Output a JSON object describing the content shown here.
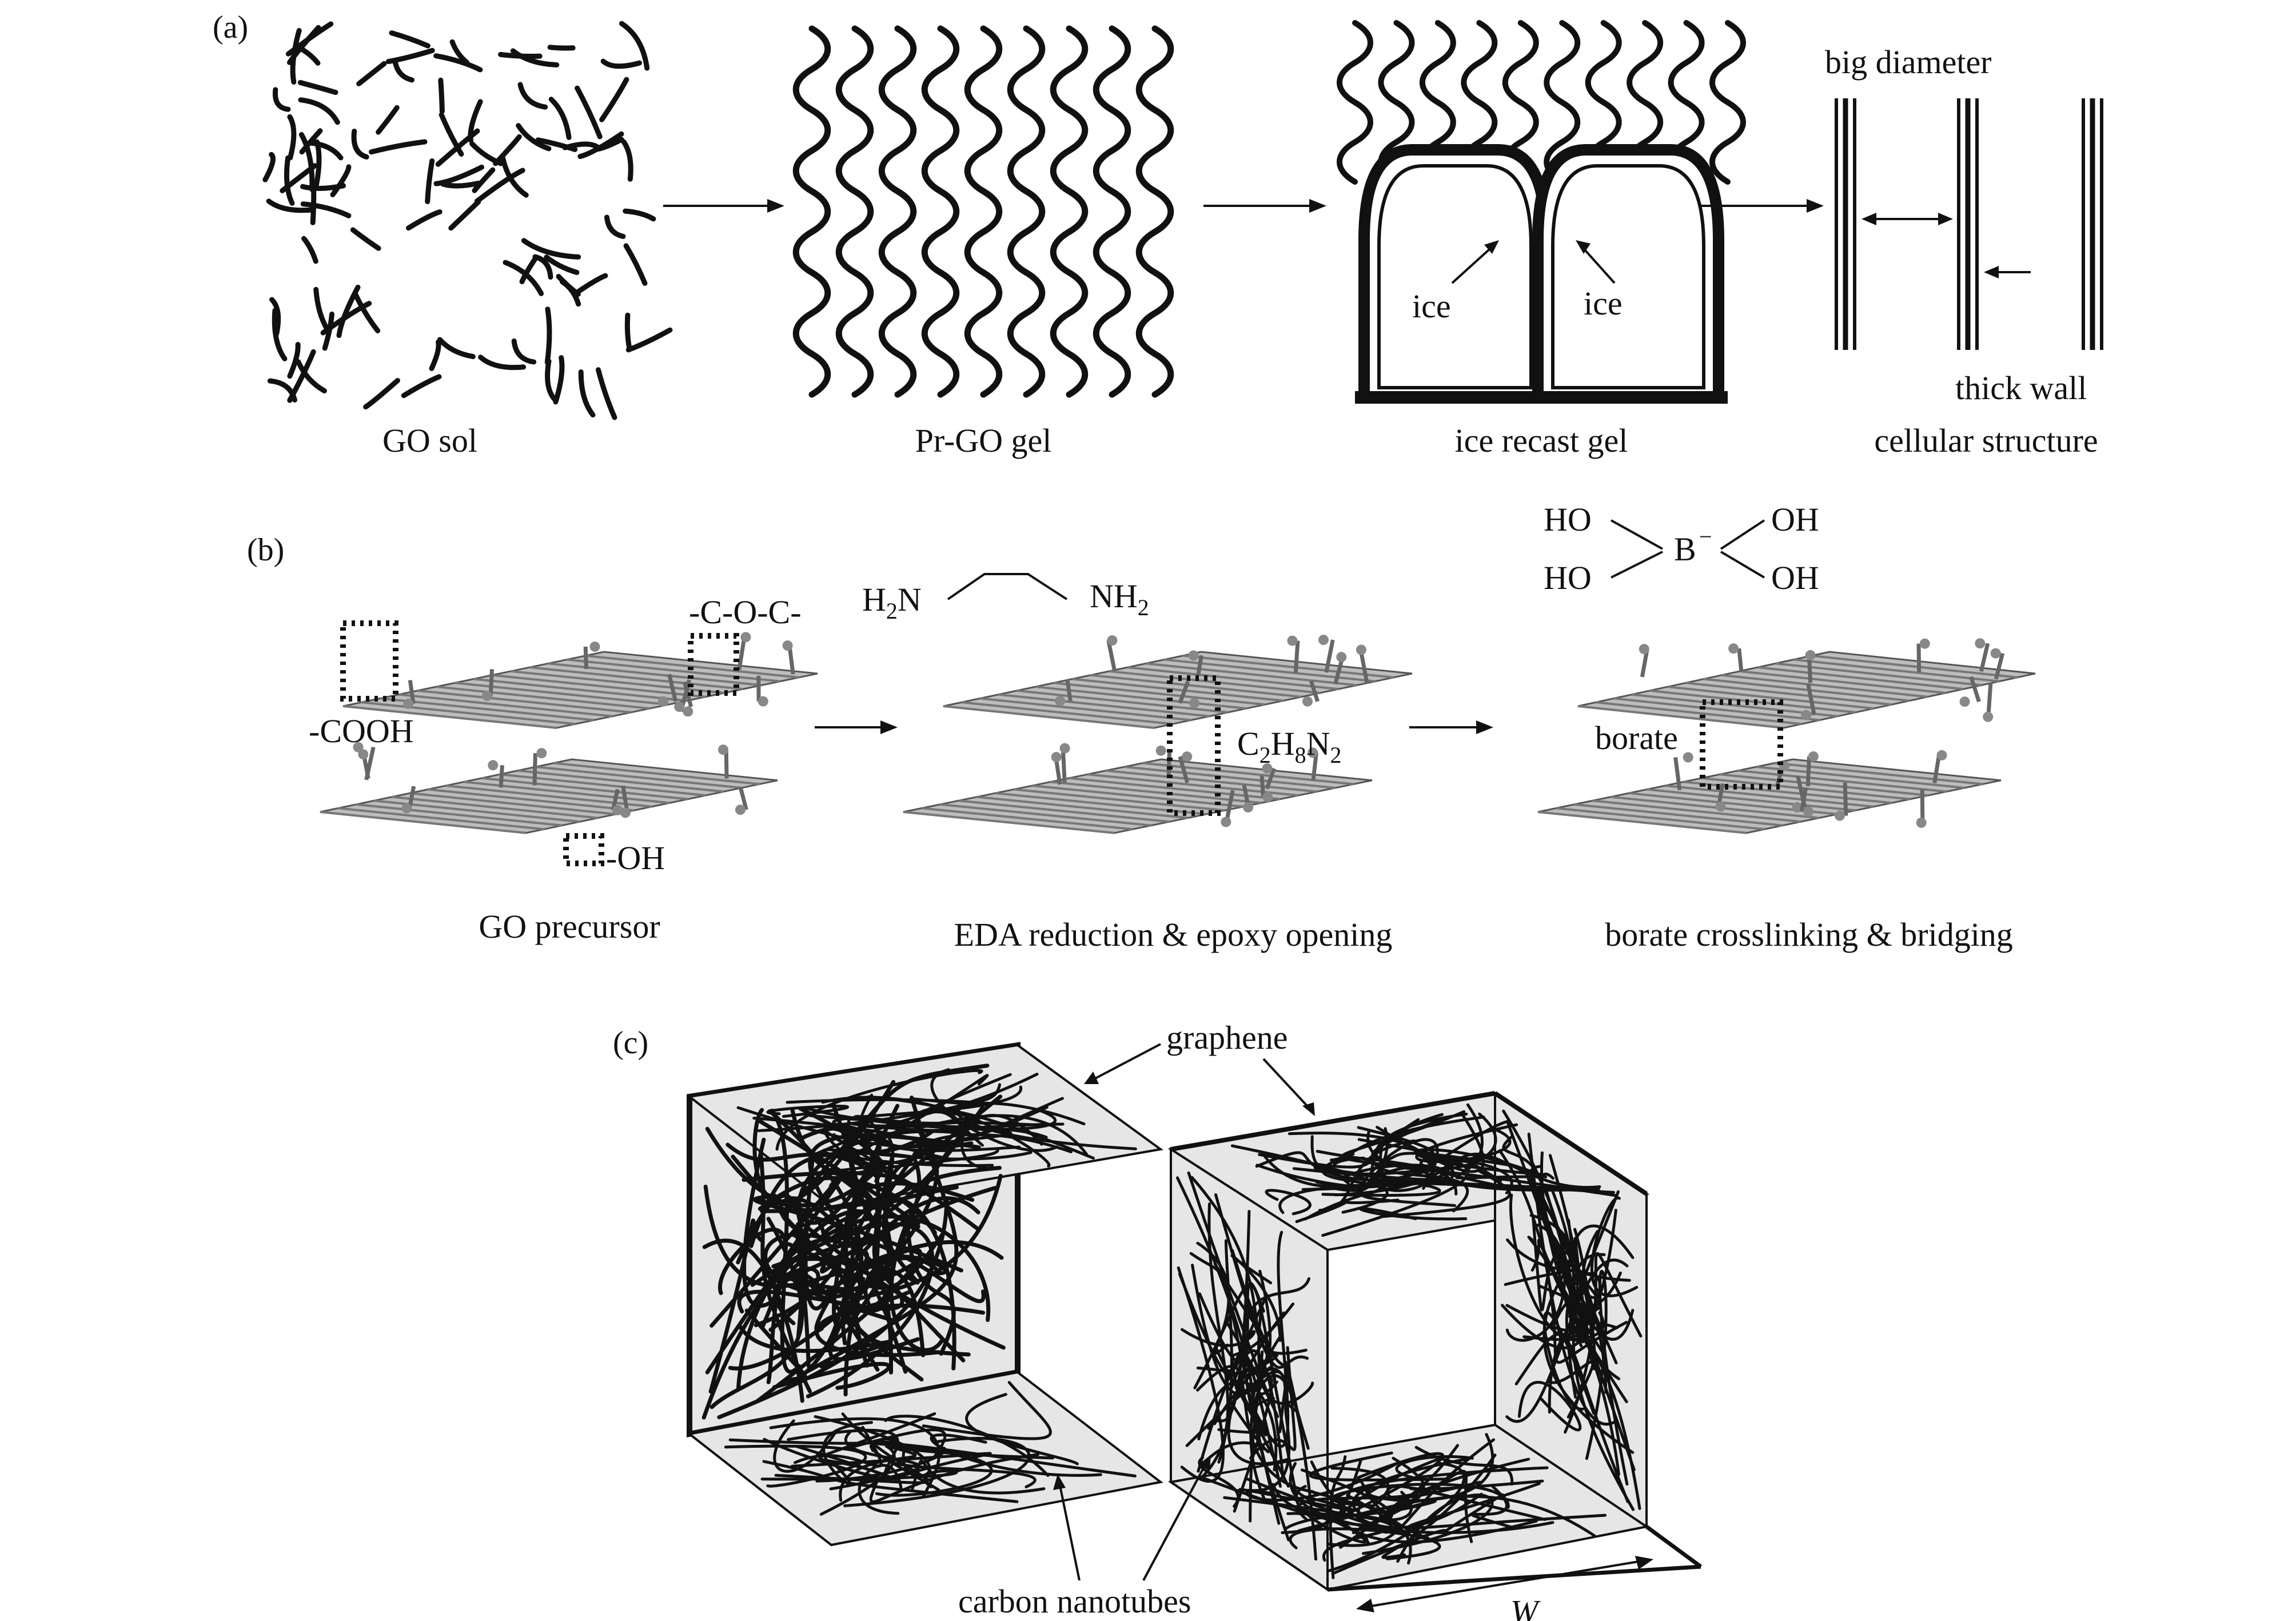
{
  "panel_a": {
    "tag": "(a)",
    "stages": [
      "GO sol",
      "Pr-GO gel",
      "ice recast gel",
      "cellular structure"
    ],
    "ice_label": "ice",
    "big_diameter": "big diameter",
    "thick_wall": "thick wall"
  },
  "panel_b": {
    "tag": "(b)",
    "captions": [
      "GO precursor",
      "EDA reduction & epoxy opening",
      "borate crosslinking & bridging"
    ],
    "groups": {
      "ether": "-C-O-C-",
      "carboxyl": "-COOH",
      "hydroxyl": "-OH"
    },
    "eda": {
      "h2n_main": "H",
      "h2n_sub": "2",
      "h2n_tail": "N",
      "nh2_main": "NH",
      "nh2_sub": "2"
    },
    "formula": {
      "c": "C",
      "c_sub": "2",
      "h": "H",
      "h_sub": "8",
      "n": "N",
      "n_sub": "2"
    },
    "borate_ion": {
      "ho1": "HO",
      "ho2": "HO",
      "oh1": "OH",
      "oh2": "OH",
      "b": "B",
      "charge": "−"
    },
    "borate_label": "borate"
  },
  "panel_c": {
    "tag": "(c)",
    "graphene": "graphene",
    "carbon_nanotubes": "carbon nanotubes",
    "width_symbol": "W"
  },
  "colors": {
    "ink": "#111111",
    "panel_fill": "#e6e6e6",
    "sheet_fill": "#8a8a8a"
  }
}
